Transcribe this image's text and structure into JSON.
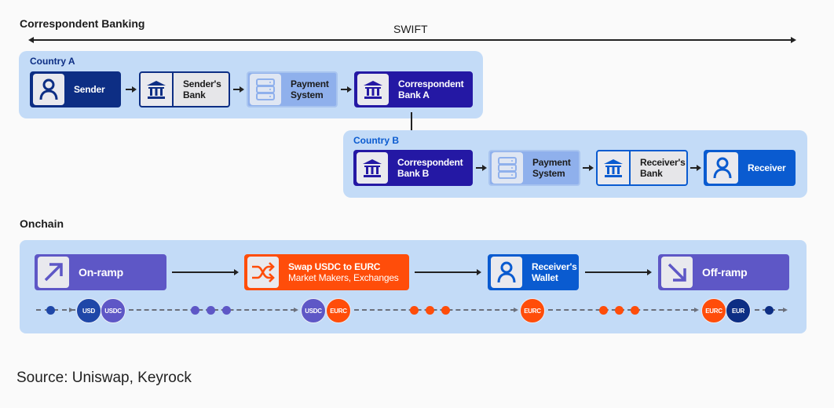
{
  "titles": {
    "correspondent": "Correspondent Banking",
    "swift": "SWIFT",
    "onchain": "Onchain"
  },
  "colors": {
    "navy": "#0d2e84",
    "indigo": "#2418a4",
    "blue": "#0a5bd0",
    "purple": "#5e57c6",
    "orange": "#ff4d0a",
    "region_bg": "#c3dbf7"
  },
  "country_a": {
    "label": "Country A",
    "nodes": [
      {
        "label_1": "Sender",
        "label_2": "",
        "icon": "user-icon"
      },
      {
        "label_1": "Sender's",
        "label_2": "Bank",
        "icon": "bank-icon"
      },
      {
        "label_1": "Payment",
        "label_2": "System",
        "icon": "server-icon"
      },
      {
        "label_1": "Correspondent",
        "label_2": "Bank A",
        "icon": "bank-icon"
      }
    ]
  },
  "country_b": {
    "label": "Country B",
    "nodes": [
      {
        "label_1": "Correspondent",
        "label_2": "Bank B",
        "icon": "bank-icon"
      },
      {
        "label_1": "Payment",
        "label_2": "System",
        "icon": "server-icon"
      },
      {
        "label_1": "Receiver's",
        "label_2": "Bank",
        "icon": "bank-icon"
      },
      {
        "label_1": "Receiver",
        "label_2": "",
        "icon": "user-icon"
      }
    ]
  },
  "onchain": {
    "nodes": [
      {
        "label_1": "On-ramp",
        "label_2": "",
        "icon": "arrow-up-right-icon"
      },
      {
        "label_1": "Swap USDC to EURC",
        "label_2": "Market Makers, Exchanges",
        "icon": "shuffle-icon"
      },
      {
        "label_1": "Receiver's",
        "label_2": "Wallet",
        "icon": "user-icon"
      },
      {
        "label_1": "Off-ramp",
        "label_2": "",
        "icon": "arrow-down-right-icon"
      }
    ],
    "tokens": [
      "USD",
      "USDC",
      "USDC",
      "EURC",
      "EURC",
      "EURC",
      "EUR"
    ]
  },
  "source": "Source: Uniswap, Keyrock"
}
